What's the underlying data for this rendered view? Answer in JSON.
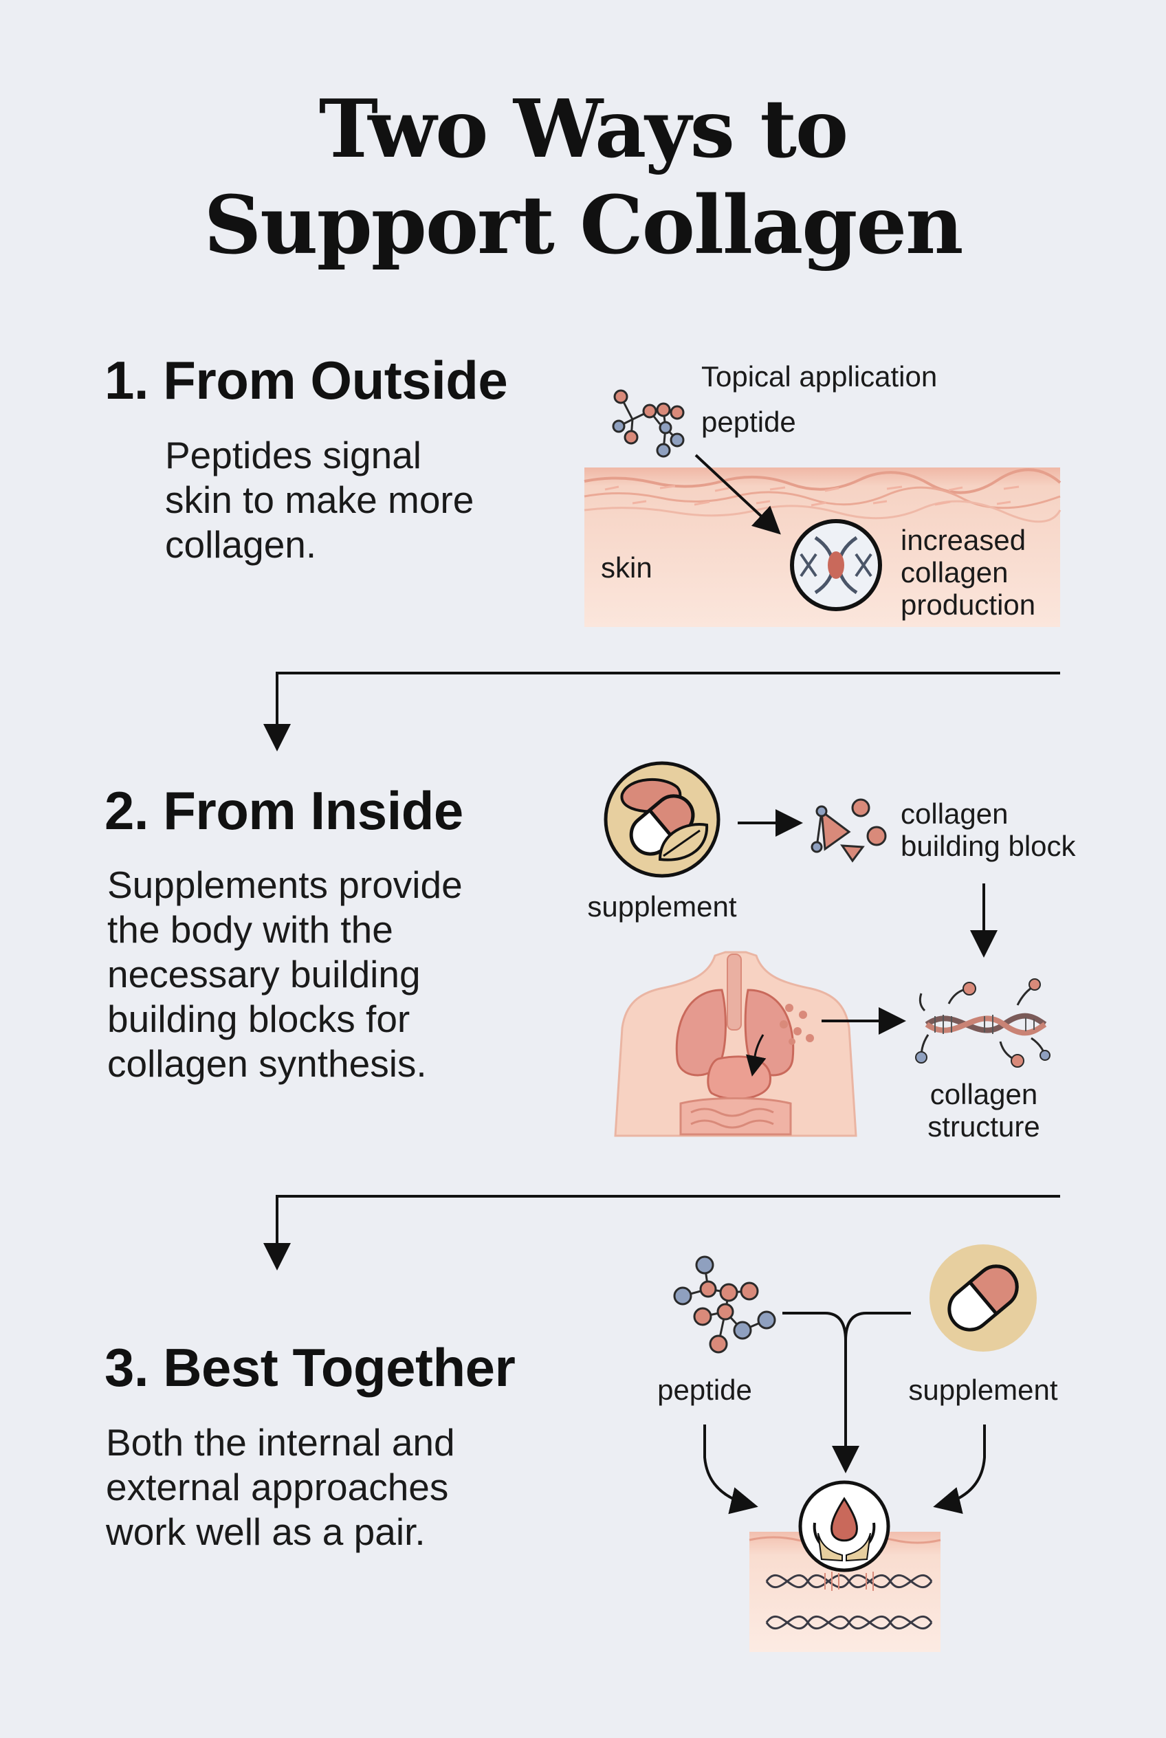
{
  "title": {
    "line1": "Two Ways to",
    "line2": "Support Collagen"
  },
  "section1": {
    "heading": "1. From Outside",
    "body": [
      "Peptides signal",
      "skin to make more",
      "collagen."
    ],
    "labels": {
      "topical": "Topical application",
      "peptide": "peptide",
      "skin": "skin",
      "result": [
        "increased",
        "collagen",
        "production"
      ]
    }
  },
  "section2": {
    "heading": "2. From Inside",
    "body": [
      "Supplements provide",
      "the body with the",
      "necessary building",
      "building blocks for",
      "collagen synthesis."
    ],
    "labels": {
      "supplement": "supplement",
      "building_block": [
        "collagen",
        "building block"
      ],
      "structure": [
        "collagen",
        "structure"
      ]
    }
  },
  "section3": {
    "heading": "3. Best Together",
    "body": [
      "Both the internal and",
      "external approaches",
      "work well as a pair."
    ],
    "labels": {
      "peptide": "peptide",
      "supplement": "supplement"
    }
  },
  "colors": {
    "background": "#eceef3",
    "skin": "#f6cfbe",
    "peptide_red": "#d98a7a",
    "peptide_blue": "#8fa0bf",
    "supplement_gold": "#e7cf9f",
    "organ": "#e59a8f"
  },
  "icons": [
    "molecule-icon",
    "dna-icon",
    "capsule-icon",
    "leaf-icon",
    "torso-icon",
    "triple-helix-icon",
    "hands-drop-icon"
  ]
}
